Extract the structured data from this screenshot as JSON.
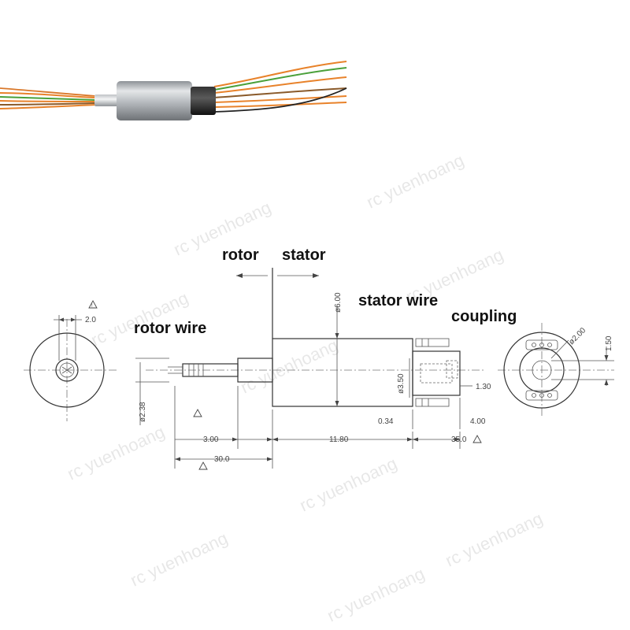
{
  "labels": {
    "rotor": "rotor",
    "stator": "stator",
    "rotor_wire": "rotor wire",
    "stator_wire": "stator wire",
    "coupling": "coupling"
  },
  "dimensions": {
    "left_top": "2.0",
    "dia_6": "ø6.00",
    "dia_238": "ø2.38",
    "dia_350": "ø3.50",
    "d_130": "1.30",
    "d_034": "0.34",
    "d_400": "4.00",
    "d_300": "3.00",
    "d_1180": "11.80",
    "d_350": "35.0",
    "d_300b": "30.0",
    "dia_200": "ø2.00",
    "d_150": "1.50"
  },
  "watermark": "rc yuenhoang",
  "colors": {
    "wire_orange": "#e8822a",
    "wire_green": "#4aa03a",
    "wire_brown": "#8a5a2a",
    "wire_black": "#222222",
    "body_steel": "#b9bcc0"
  }
}
